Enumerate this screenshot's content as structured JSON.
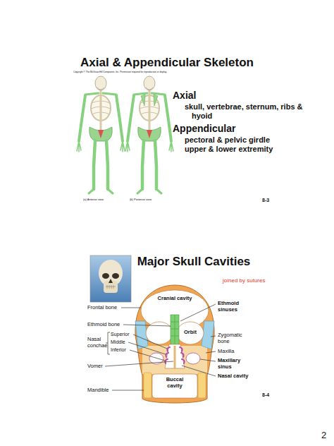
{
  "diagram": {
    "title": "Axial & Appendicular Skeleton",
    "labels": [
      "Copyright © The McGraw-Hill Companies, Inc. Permission required for reproduction or display.",
      "(a) Anterior view",
      "(b) Posterior view",
      "Axial",
      "skull, vertebrae, sternum, ribs & hyoid",
      "Appendicular",
      "pectoral & pelvic girdle",
      "upper & lower extremity",
      "8-3",
      "Major Skull Cavities",
      "joined by sutures",
      "Cranial cavity",
      "Frontal bone",
      "Ethmoid sinuses",
      "Ethmoid bone",
      "Orbit",
      "Nasal conchae",
      "Superior",
      "Zygomatic bone",
      "Middle",
      "Maxilla",
      "Inferior",
      "Maxillary sinus",
      "Vomer",
      "Nasal cavity",
      "Buccal cavity",
      "Mandible",
      "8-4",
      "2"
    ]
  }
}
